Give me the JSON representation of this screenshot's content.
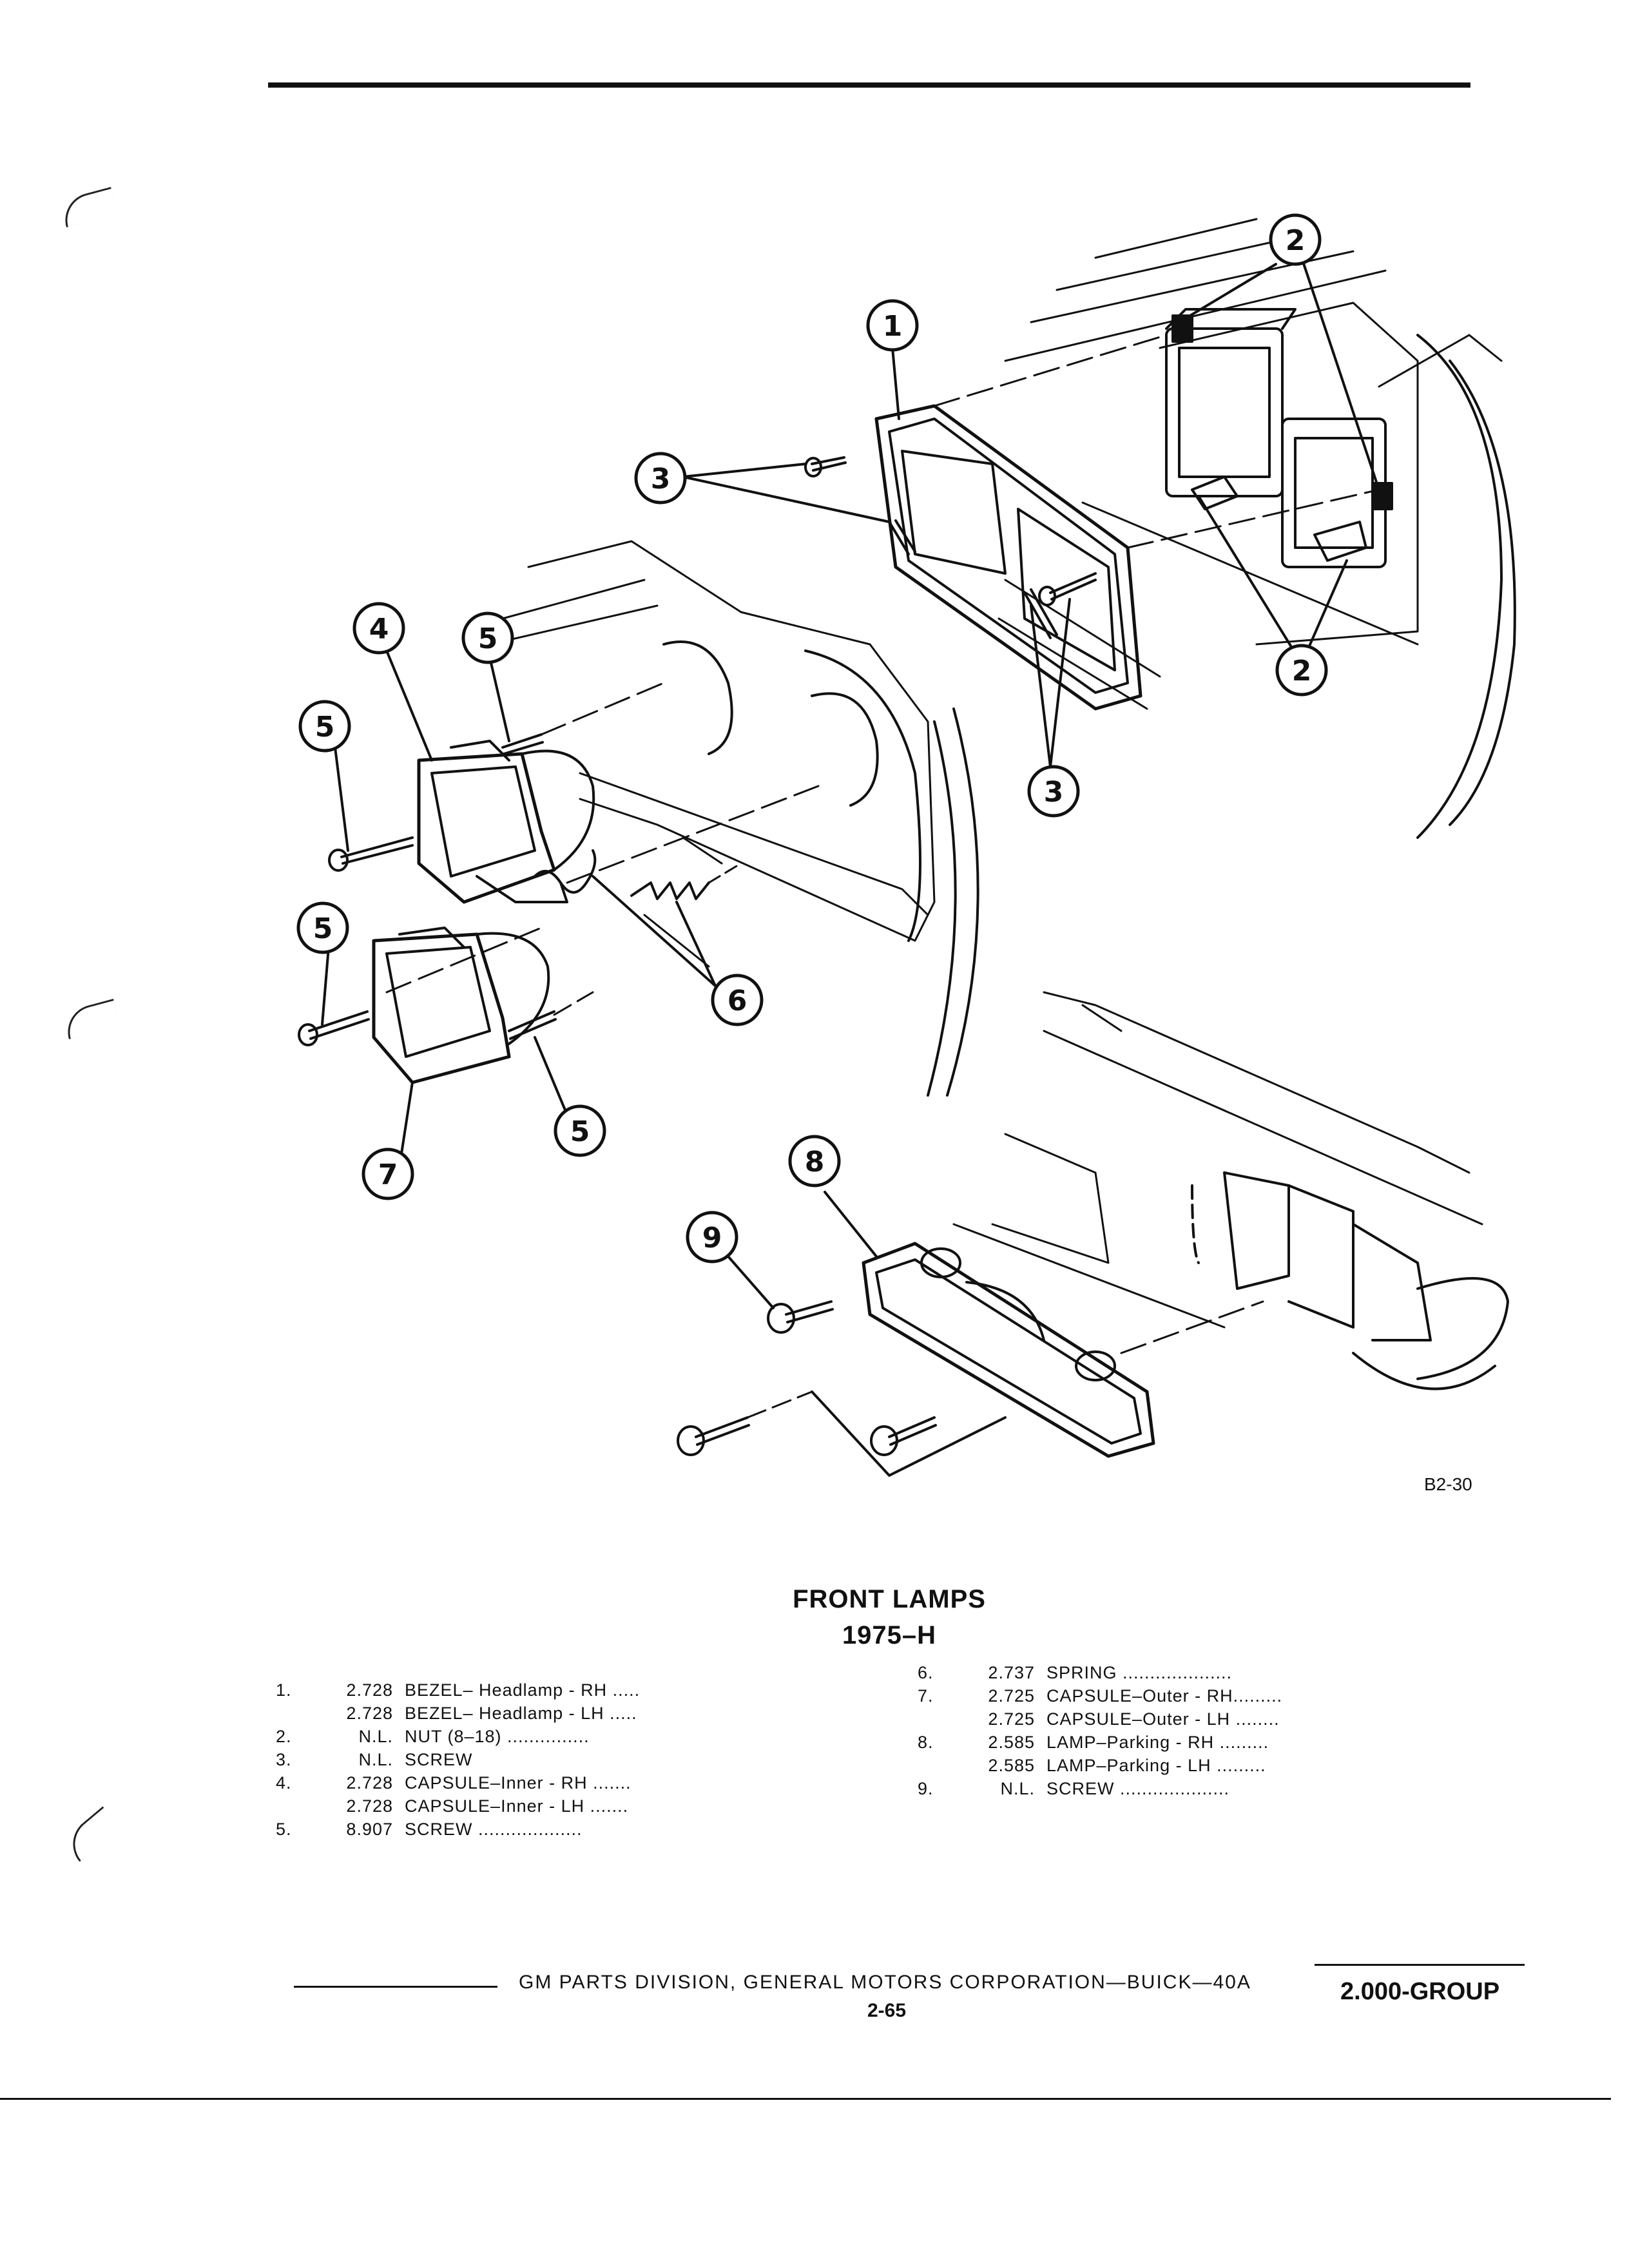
{
  "figure": {
    "callouts": [
      "1",
      "2",
      "2",
      "3",
      "3",
      "4",
      "5",
      "5",
      "5",
      "5",
      "6",
      "7",
      "8",
      "9"
    ],
    "figure_code": "B2-30"
  },
  "title": {
    "line1": "FRONT LAMPS",
    "line2": "1975–H"
  },
  "parts_left": [
    {
      "no": "1.",
      "code": "2.728",
      "desc": "BEZEL– Headlamp - RH ....."
    },
    {
      "no": "",
      "code": "2.728",
      "desc": "BEZEL– Headlamp - LH ....."
    },
    {
      "no": "2.",
      "code": "N.L.",
      "desc": "NUT (8–18) ..............."
    },
    {
      "no": "3.",
      "code": "N.L.",
      "desc": "SCREW"
    },
    {
      "no": "4.",
      "code": "2.728",
      "desc": "CAPSULE–Inner - RH ......."
    },
    {
      "no": "",
      "code": "2.728",
      "desc": "CAPSULE–Inner - LH ......."
    },
    {
      "no": "5.",
      "code": "8.907",
      "desc": "SCREW ..................."
    }
  ],
  "parts_right": [
    {
      "no": "6.",
      "code": "2.737",
      "desc": "SPRING ...................."
    },
    {
      "no": "7.",
      "code": "2.725",
      "desc": "CAPSULE–Outer - RH........."
    },
    {
      "no": "",
      "code": "2.725",
      "desc": "CAPSULE–Outer - LH ........"
    },
    {
      "no": "8.",
      "code": "2.585",
      "desc": "LAMP–Parking - RH   ........."
    },
    {
      "no": "",
      "code": "2.585",
      "desc": "LAMP–Parking - LH   ........."
    },
    {
      "no": "9.",
      "code": "N.L.",
      "desc": "SCREW ...................."
    }
  ],
  "footer": {
    "text": "GM PARTS DIVISION, GENERAL MOTORS CORPORATION—BUICK—40A",
    "page": "2-65",
    "group": "2.000-GROUP"
  }
}
